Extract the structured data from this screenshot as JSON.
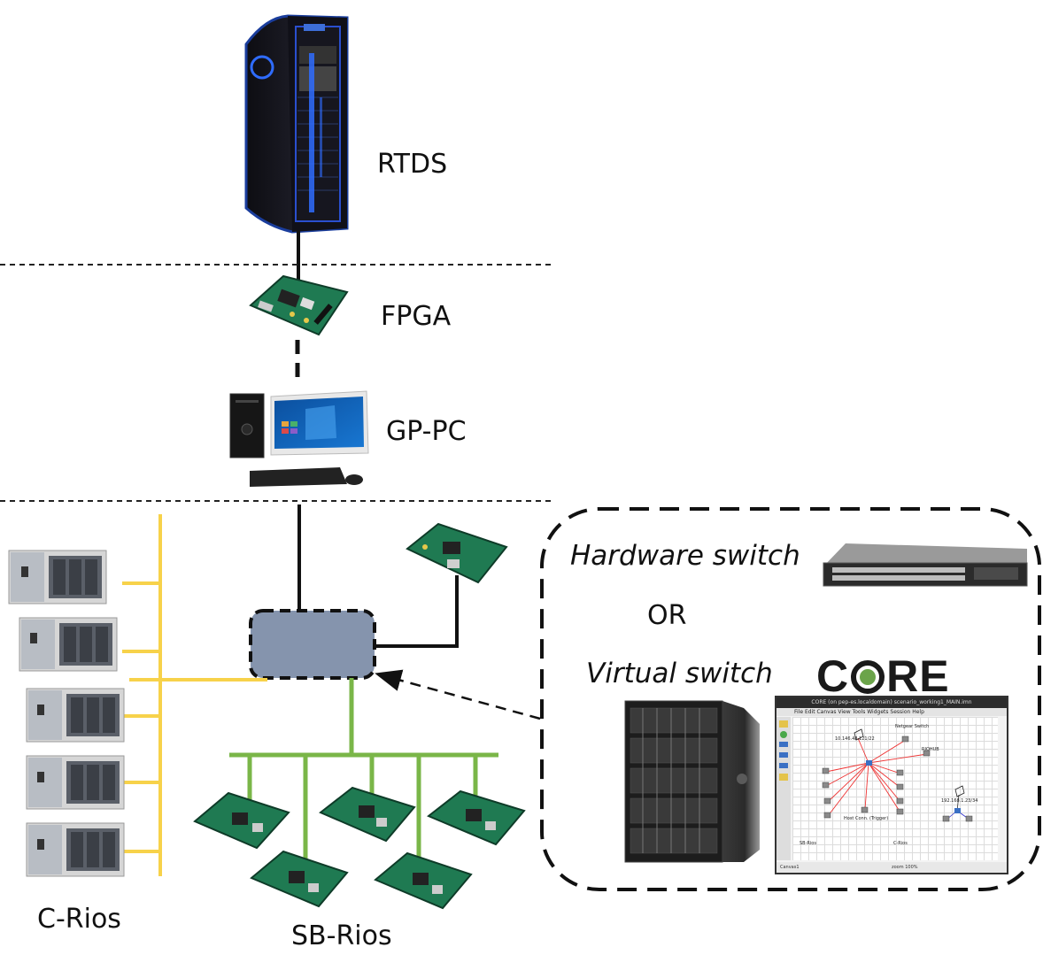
{
  "labels": {
    "rtds": "RTDS",
    "fpga": "FPGA",
    "gp_pc": "GP-PC",
    "hardware_switch": "Hardware switch",
    "or": "OR",
    "virtual_switch": "Virtual switch",
    "c_rios": "C-Rios",
    "sb_rios": "SB-Rios"
  },
  "core_logo": {
    "c": "C",
    "re": "RE"
  },
  "core_screenshot": {
    "window_title": "CORE (on pep-es.localdomain) scenario_working1_MAIN.imn",
    "menu": "File  Edit  Canvas  View  Tools  Widgets  Session  Help",
    "node_labels": {
      "top_ip": "10.146.48.121/22",
      "netgear": "Netgear Switch",
      "riohub": "RIOHUB",
      "host_conn": "Host Conn. (Trigger)",
      "sb_rios": "SB-Rios",
      "c_rios": "C-Rios",
      "right_ip": "192.168.1.23/34"
    },
    "status_left": "Canvas1",
    "status_right": "zoom 100%"
  },
  "colors": {
    "yellow_bus": "#f7d24a",
    "green_bus": "#7ab648",
    "switch_fill": "#8594ad",
    "dashed_line": "#222222"
  }
}
